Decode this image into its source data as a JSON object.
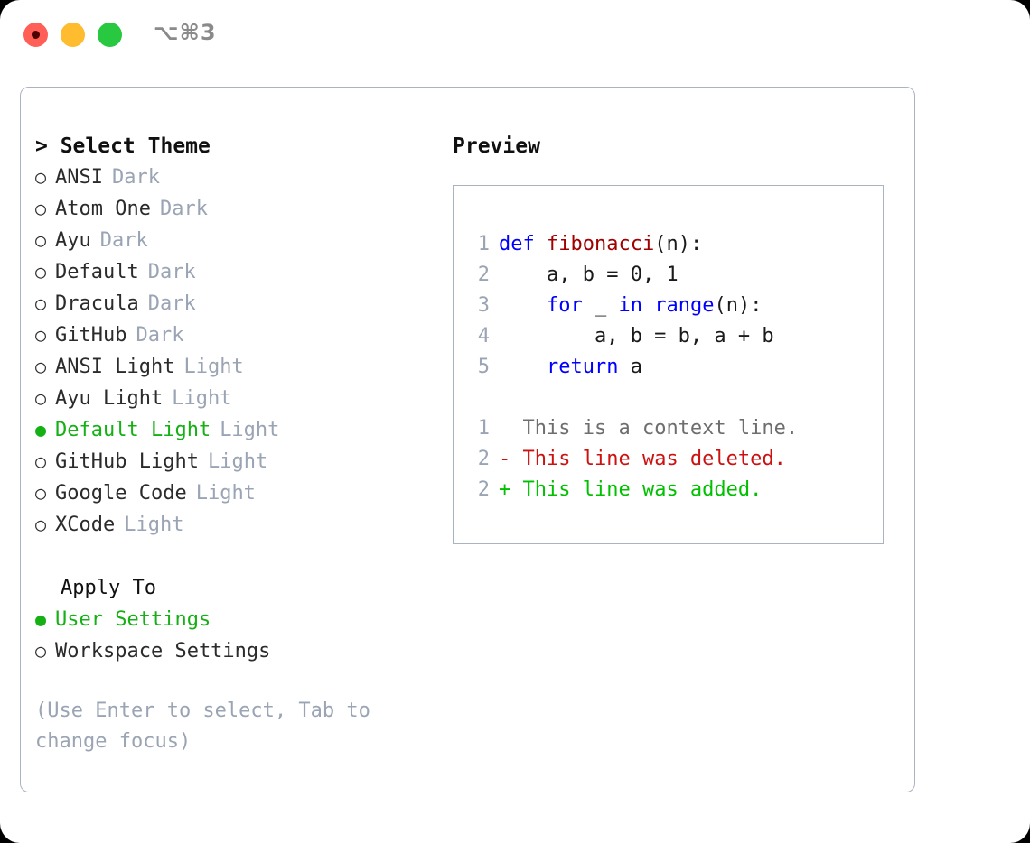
{
  "titlebar": {
    "lights": [
      {
        "name": "close-button",
        "color": "#ff5f57"
      },
      {
        "name": "minimize-button",
        "color": "#febc2e"
      },
      {
        "name": "maximize-button",
        "color": "#28c840"
      }
    ],
    "shortcut": "⌥⌘3"
  },
  "theme_picker": {
    "header": "> Select Theme",
    "items": [
      {
        "label": "ANSI",
        "tag": "Dark",
        "selected": false,
        "bullet": "○"
      },
      {
        "label": "Atom One",
        "tag": "Dark",
        "selected": false,
        "bullet": "○"
      },
      {
        "label": "Ayu",
        "tag": "Dark",
        "selected": false,
        "bullet": "○"
      },
      {
        "label": "Default",
        "tag": "Dark",
        "selected": false,
        "bullet": "○"
      },
      {
        "label": "Dracula",
        "tag": "Dark",
        "selected": false,
        "bullet": "○"
      },
      {
        "label": "GitHub",
        "tag": "Dark",
        "selected": false,
        "bullet": "○"
      },
      {
        "label": "ANSI Light",
        "tag": "Light",
        "selected": false,
        "bullet": "○"
      },
      {
        "label": "Ayu Light",
        "tag": "Light",
        "selected": false,
        "bullet": "○"
      },
      {
        "label": "Default Light",
        "tag": "Light",
        "selected": true,
        "bullet": "●"
      },
      {
        "label": "GitHub Light",
        "tag": "Light",
        "selected": false,
        "bullet": "○"
      },
      {
        "label": "Google Code",
        "tag": "Light",
        "selected": false,
        "bullet": "○"
      },
      {
        "label": "XCode",
        "tag": "Light",
        "selected": false,
        "bullet": "○"
      }
    ]
  },
  "apply_to": {
    "header": "Apply To",
    "items": [
      {
        "label": "User Settings",
        "selected": true,
        "bullet": "●"
      },
      {
        "label": "Workspace Settings",
        "selected": false,
        "bullet": "○"
      }
    ]
  },
  "hint": "(Use Enter to select, Tab to change focus)",
  "preview": {
    "title": "Preview",
    "code_lines": [
      {
        "no": "1",
        "tokens": [
          {
            "t": "def ",
            "c": "kw"
          },
          {
            "t": "fibonacci",
            "c": "fn"
          },
          {
            "t": "(n):",
            "c": "plain"
          }
        ]
      },
      {
        "no": "2",
        "tokens": [
          {
            "t": "    a, b = 0, 1",
            "c": "plain"
          }
        ]
      },
      {
        "no": "3",
        "tokens": [
          {
            "t": "    ",
            "c": "plain"
          },
          {
            "t": "for",
            "c": "kw"
          },
          {
            "t": " _ ",
            "c": "plain"
          },
          {
            "t": "in",
            "c": "kw"
          },
          {
            "t": " ",
            "c": "plain"
          },
          {
            "t": "range",
            "c": "kw"
          },
          {
            "t": "(n):",
            "c": "plain"
          }
        ]
      },
      {
        "no": "4",
        "tokens": [
          {
            "t": "        a, b = b, a + b",
            "c": "plain"
          }
        ]
      },
      {
        "no": "5",
        "tokens": [
          {
            "t": "    ",
            "c": "plain"
          },
          {
            "t": "return",
            "c": "kw"
          },
          {
            "t": " a",
            "c": "plain"
          }
        ]
      }
    ],
    "diff_lines": [
      {
        "no": "1",
        "marker": "  ",
        "text": "This is a context line.",
        "c": "ctx"
      },
      {
        "no": "2",
        "marker": "- ",
        "text": "This line was deleted.",
        "c": "del"
      },
      {
        "no": "2",
        "marker": "+ ",
        "text": "This line was added.",
        "c": "add"
      }
    ]
  },
  "colors": {
    "accent_green": "#14b014",
    "tag_gray": "#9aa4b4",
    "border": "#aab3c2",
    "keyword_blue": "#0000ff",
    "function_red": "#a00000",
    "diff_add": "#00c000",
    "diff_del": "#cc1111",
    "diff_ctx": "#6e6e6e"
  }
}
